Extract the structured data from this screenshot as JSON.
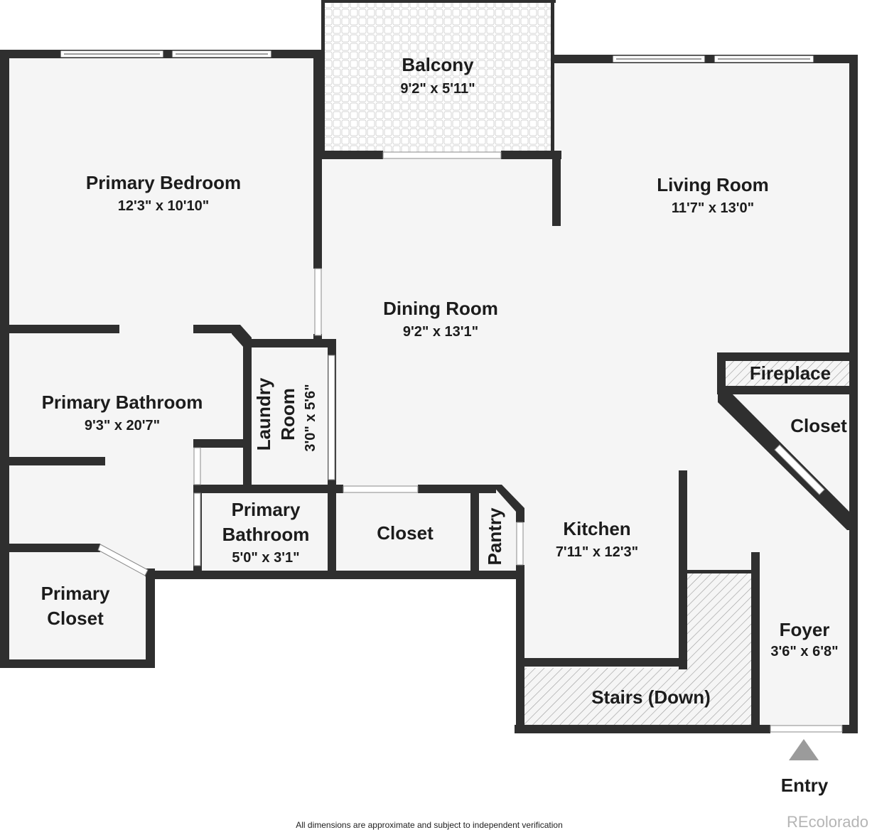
{
  "rooms": {
    "balcony": {
      "name": "Balcony",
      "dims": "9'2\" x 5'11\""
    },
    "primary_bedroom": {
      "name": "Primary Bedroom",
      "dims": "12'3\" x 10'10\""
    },
    "living_room": {
      "name": "Living Room",
      "dims": "11'7\" x 13'0\""
    },
    "dining_room": {
      "name": "Dining Room",
      "dims": "9'2\" x 13'1\""
    },
    "fireplace": {
      "name": "Fireplace"
    },
    "closet_right": {
      "name": "Closet"
    },
    "primary_bathroom": {
      "name": "Primary Bathroom",
      "dims": "9'3\" x 20'7\""
    },
    "laundry_room": {
      "name_line1": "Laundry",
      "name_line2": "Room",
      "dims": "3'0\" x 5'6\""
    },
    "primary_bathroom_small": {
      "name_line1": "Primary",
      "name_line2": "Bathroom",
      "dims": "5'0\" x 3'1\""
    },
    "closet_middle": {
      "name": "Closet"
    },
    "pantry": {
      "name": "Pantry"
    },
    "kitchen": {
      "name": "Kitchen",
      "dims": "7'11\" x 12'3\""
    },
    "primary_closet": {
      "name_line1": "Primary",
      "name_line2": "Closet"
    },
    "foyer": {
      "name": "Foyer",
      "dims": "3'6\" x 6'8\""
    },
    "stairs": {
      "name": "Stairs (Down)"
    }
  },
  "entry": {
    "label": "Entry"
  },
  "footer": {
    "disclaimer": "All dimensions are approximate and subject to independent verification",
    "brand": "REcolorado"
  },
  "colors": {
    "wall": "#2f2f2f",
    "floor": "#f5f5f5",
    "hatch": "#9a9a9a",
    "entry_marker": "#9b9b9b"
  }
}
